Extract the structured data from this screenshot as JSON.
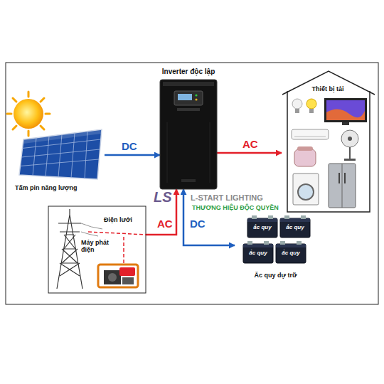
{
  "diagram": {
    "nodes": [
      {
        "text": [
          "Tấm pin năng lượng"
        ]
      },
      {
        "text": [
          "Inverter độc lập"
        ]
      },
      {
        "text": [
          "Thiết bị tải"
        ]
      },
      {
        "text": [
          "Điện lưới",
          "Máy phát điện"
        ]
      },
      {
        "text": [
          "Ắc quy dự trữ"
        ]
      },
      {
        "text": [
          "ắc quy"
        ],
        "in": 4
      },
      {
        "text": [
          "ắc quy"
        ],
        "in": 4
      },
      {
        "text": [
          "ắc quy"
        ],
        "in": 4
      },
      {
        "text": [
          "ắc quy"
        ],
        "in": 4
      }
    ],
    "edges": [
      {
        "from": 0,
        "to": 1,
        "label": "DC",
        "arrow": "to"
      },
      {
        "from": 1,
        "to": 2,
        "label": "AC",
        "arrow": "to"
      },
      {
        "from": 3,
        "to": 1,
        "label": "AC",
        "arrow": "to"
      },
      {
        "from": 1,
        "to": 4,
        "label": "DC",
        "arrow": "both"
      }
    ],
    "labels": [
      "LS",
      "L-START LIGHTING",
      "THƯƠNG HIỆU ĐỘC QUYỀN"
    ]
  }
}
